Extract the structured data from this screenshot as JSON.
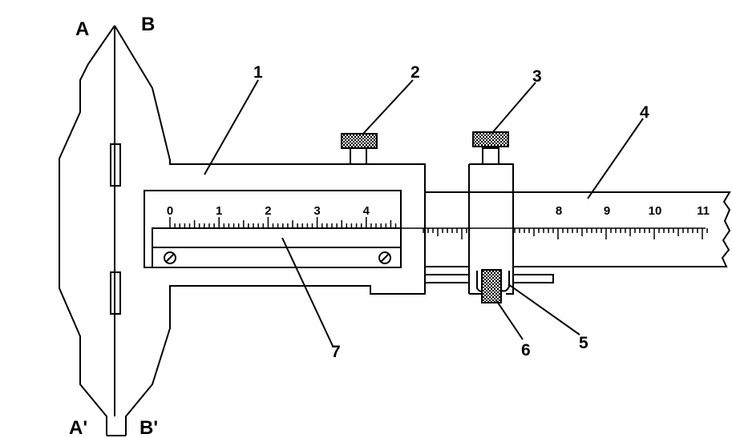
{
  "labels": {
    "corners": [
      "A",
      "B",
      "A'",
      "B'"
    ],
    "parts": [
      "1",
      "2",
      "3",
      "4",
      "5",
      "6",
      "7"
    ]
  },
  "scales": {
    "vernier_numbers": [
      "0",
      "1",
      "2",
      "3",
      "4"
    ],
    "main_numbers": [
      "8",
      "9",
      "10",
      "11"
    ]
  }
}
